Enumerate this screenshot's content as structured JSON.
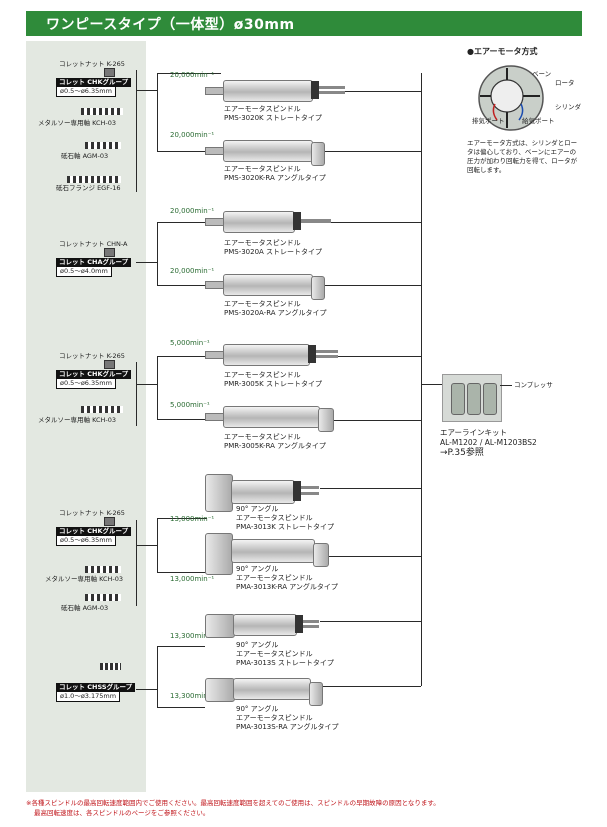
{
  "header": {
    "title": "ワンピースタイプ（一体型）ø30mm"
  },
  "groups": [
    {
      "collet_name": "コレットナット  K-265",
      "collet_group": "コレット CHKグループ",
      "collet_range": "ø0.5～ø6.35mm",
      "accessories": [
        "メタルソー専用軸  KCH-03",
        "砥石軸  AGM-03",
        "砥石フランジ  EGF-16"
      ],
      "tools": [
        {
          "speed": "20,000min⁻¹",
          "name": "エアーモータスピンドル",
          "model": "PMS-3020K ストレートタイプ"
        },
        {
          "speed": "20,000min⁻¹",
          "name": "エアーモータスピンドル",
          "model": "PMS-3020K-RA アングルタイプ"
        }
      ]
    },
    {
      "collet_name": "コレットナット  CHN-A",
      "collet_group": "コレット CHAグループ",
      "collet_range": "ø0.5～ø4.0mm",
      "accessories": [],
      "tools": [
        {
          "speed": "20,000min⁻¹",
          "name": "エアーモータスピンドル",
          "model": "PMS-3020A ストレートタイプ"
        },
        {
          "speed": "20,000min⁻¹",
          "name": "エアーモータスピンドル",
          "model": "PMS-3020A-RA アングルタイプ"
        }
      ]
    },
    {
      "collet_name": "コレットナット  K-265",
      "collet_group": "コレット CHKグループ",
      "collet_range": "ø0.5～ø6.35mm",
      "accessories": [
        "メタルソー専用軸  KCH-03"
      ],
      "tools": [
        {
          "speed": "5,000min⁻¹",
          "name": "エアーモータスピンドル",
          "model": "PMR-3005K ストレートタイプ"
        },
        {
          "speed": "5,000min⁻¹",
          "name": "エアーモータスピンドル",
          "model": "PMR-3005K-RA アングルタイプ"
        }
      ]
    },
    {
      "collet_name": "コレットナット  K-265",
      "collet_group": "コレット CHKグループ",
      "collet_range": "ø0.5～ø6.35mm",
      "accessories": [
        "メタルソー専用軸  KCH-03",
        "砥石軸  AGM-03"
      ],
      "tools": [
        {
          "speed": "13,000min⁻¹",
          "angle": "90° アングル",
          "name": "エアーモータスピンドル",
          "model": "PMA-3013K ストレートタイプ"
        },
        {
          "speed": "13,000min⁻¹",
          "angle": "90° アングル",
          "name": "エアーモータスピンドル",
          "model": "PMA-3013K-RA アングルタイプ"
        }
      ]
    },
    {
      "collet_name": "",
      "collet_group": "コレット CHSSグループ",
      "collet_range": "ø1.0～ø3.175mm",
      "accessories": [],
      "tools": [
        {
          "speed": "13,300min⁻¹",
          "angle": "90° アングル",
          "name": "エアーモータスピンドル",
          "model": "PMA-3013S ストレートタイプ"
        },
        {
          "speed": "13,300min⁻¹",
          "angle": "90° アングル",
          "name": "エアーモータスピンドル",
          "model": "PMA-3013S-RA アングルタイプ"
        }
      ]
    }
  ],
  "motor": {
    "title": "●エアーモータ方式",
    "labels": {
      "vane": "ベーン",
      "rotor": "ロータ",
      "cylinder": "シリンダ",
      "exhaust": "排気ポート",
      "supply": "給気ポート"
    },
    "text": "エアーモータ方式は、シリンダとロータは偏心しており、ベーンにエアーの圧力が加わり回転力を得て、ロータが回転します。"
  },
  "kit": {
    "label1": "エアーラインキット",
    "label2": "AL-M1202 / AL-M1203BS2",
    "ref": "→P.35参照",
    "compressor": "コンプレッサ"
  },
  "footnote": {
    "line1": "※各種スピンドルの最高回転速度範囲内でご使用ください。最高回転速度範囲を超えてのご使用は、スピンドルの早期故障の原因となります。",
    "line2": "最高回転速度は、各スピンドルのページをご参照ください。"
  }
}
